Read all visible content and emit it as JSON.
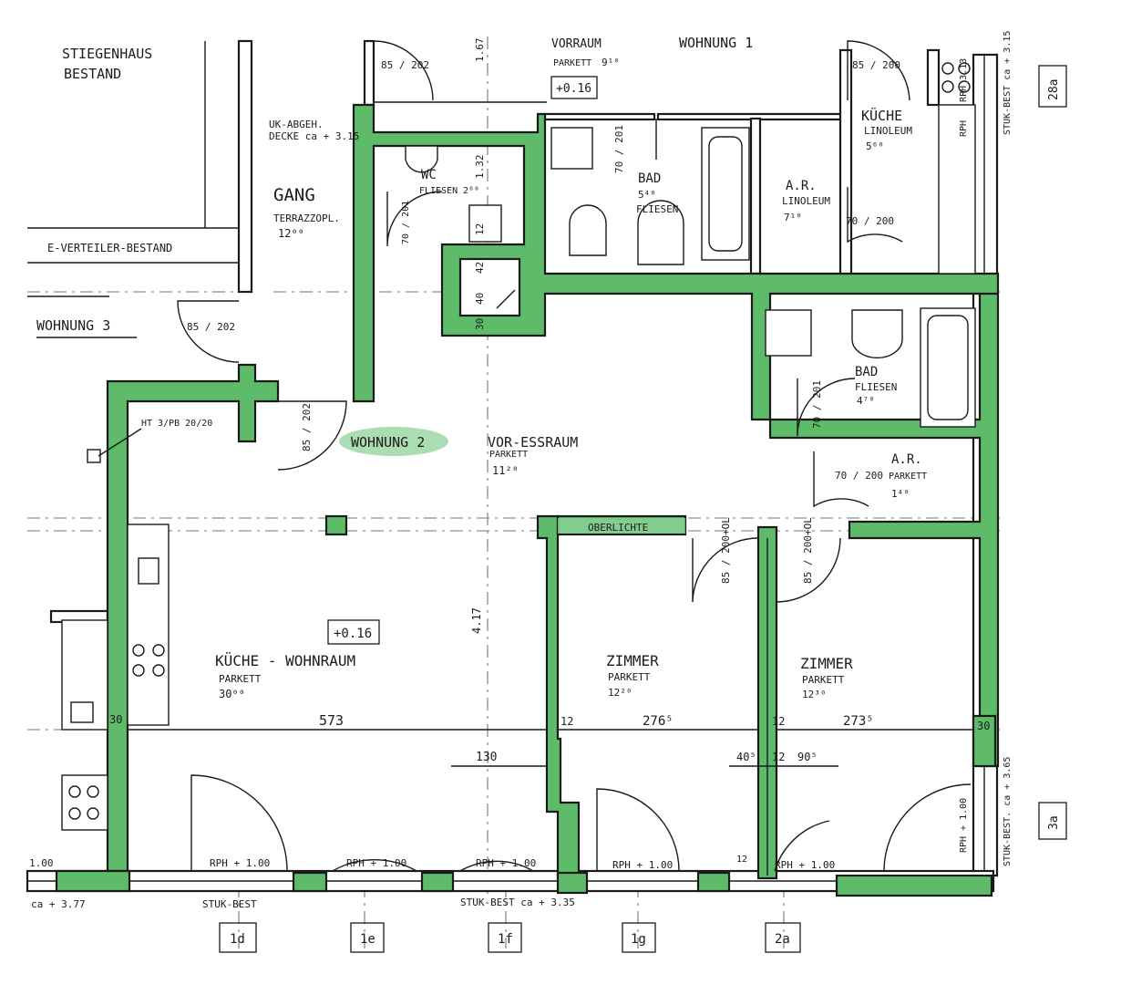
{
  "labels": {
    "stiegenhaus_1": "STIEGENHAUS",
    "stiegenhaus_2": "BESTAND",
    "wohnung1": "WOHNUNG 1",
    "wohnung2": "WOHNUNG 2",
    "wohnung3": "WOHNUNG 3",
    "e_verteiler": "E-VERTEILER-BESTAND",
    "uk_abgeh_1": "UK-ABGEH.",
    "uk_abgeh_2": "DECKE ca + 3.15",
    "ht": "HT 3/PB 20/20",
    "oberlichte": "OBERLICHTE",
    "stuk_bottom_left": "ca + 3.77",
    "stuk_best_1": "STUK-BEST",
    "stuk_best_2": "STUK-BEST ca + 3.35",
    "stuk_right_top": "STUK-BEST ca + 3.15",
    "stuk_right_bottom": "STUK-BEST. ca + 3.65",
    "rph_right_top": "RPH 3.13",
    "rph_right_mid": "RPH",
    "rph_right_bottom": "RPH + 1.00",
    "level_top": "+0.16",
    "level_main": "+0.16"
  },
  "rooms": {
    "gang": {
      "name": "GANG",
      "floor": "TERRAZZOPL.",
      "area": "12⁰⁰"
    },
    "wc": {
      "name": "WC",
      "floor": "FLIESEN",
      "area": "2⁶⁰"
    },
    "vorraum": {
      "name": "VORRAUM",
      "floor": "PARKETT",
      "area": "9¹⁰"
    },
    "bad1": {
      "name": "BAD",
      "floor": "FLIESEN",
      "area": "5⁴⁰"
    },
    "ar1": {
      "name": "A.R.",
      "floor": "LINOLEUM",
      "area": "7¹⁰"
    },
    "kueche": {
      "name": "KÜCHE",
      "floor": "LINOLEUM",
      "area": "5⁶⁰"
    },
    "bad2": {
      "name": "BAD",
      "floor": "FLIESEN",
      "area": "4⁷⁰"
    },
    "ar2": {
      "name": "A.R.",
      "floor": "PARKETT",
      "area": "1⁴⁰"
    },
    "essraum": {
      "name": "VOR-ESSRAUM",
      "floor": "PARKETT",
      "area": "11²⁰"
    },
    "wohnraum": {
      "name": "KÜCHE - WOHNRAUM",
      "floor": "PARKETT",
      "area": "30⁰⁰"
    },
    "zimmer1": {
      "name": "ZIMMER",
      "floor": "PARKETT",
      "area": "12²⁰"
    },
    "zimmer2": {
      "name": "ZIMMER",
      "floor": "PARKETT",
      "area": "12³⁰"
    }
  },
  "dimensions": {
    "d573": "573",
    "d276": "276⁵",
    "d273": "273⁵",
    "d130": "130",
    "d405": "40⁵",
    "d905": "90⁵",
    "d12a": "12",
    "d12b": "12",
    "d12c": "12",
    "d30a": "30",
    "d30b": "30",
    "d417": "4.17",
    "d167": "1.67",
    "d40": "40",
    "d42": "42",
    "d30c": "30",
    "d132": "1.32",
    "d12d": "12",
    "d12e": "12"
  },
  "doors": {
    "d85_202_top": "85 / 202",
    "d85_200_top": "85 / 200",
    "d85_202_w3": "85 / 202",
    "d85_202_main": "85 / 202",
    "d70_201_bad1": "70 / 201",
    "d70_200_ar1": "70 / 200",
    "d70_201_bad2": "70 / 201",
    "d70_200_ar2": "70 / 200",
    "d85_200_z1": "85 / 200+OL",
    "d85_200_z2": "85 / 200+OL",
    "d70_201_wc": "70 / 201"
  },
  "windows": {
    "rph1": "RPH + 1.00",
    "rph2": "RPH + 1.00",
    "rph3": "RPH + 1.00",
    "rph4": "RPH + 1.00",
    "rph5": "RPH + 1.00",
    "rph_left": "1.00"
  },
  "axis_boxes": {
    "b1d": "1d",
    "b1e": "1e",
    "b1f": "1f",
    "b1g": "1g",
    "b2a": "2a",
    "b3a": "3a",
    "b28": "28a"
  },
  "colors": {
    "wall_highlight": "#5dbb6a",
    "label_highlight": "#8fd19a",
    "ink": "#1c1c1c"
  }
}
